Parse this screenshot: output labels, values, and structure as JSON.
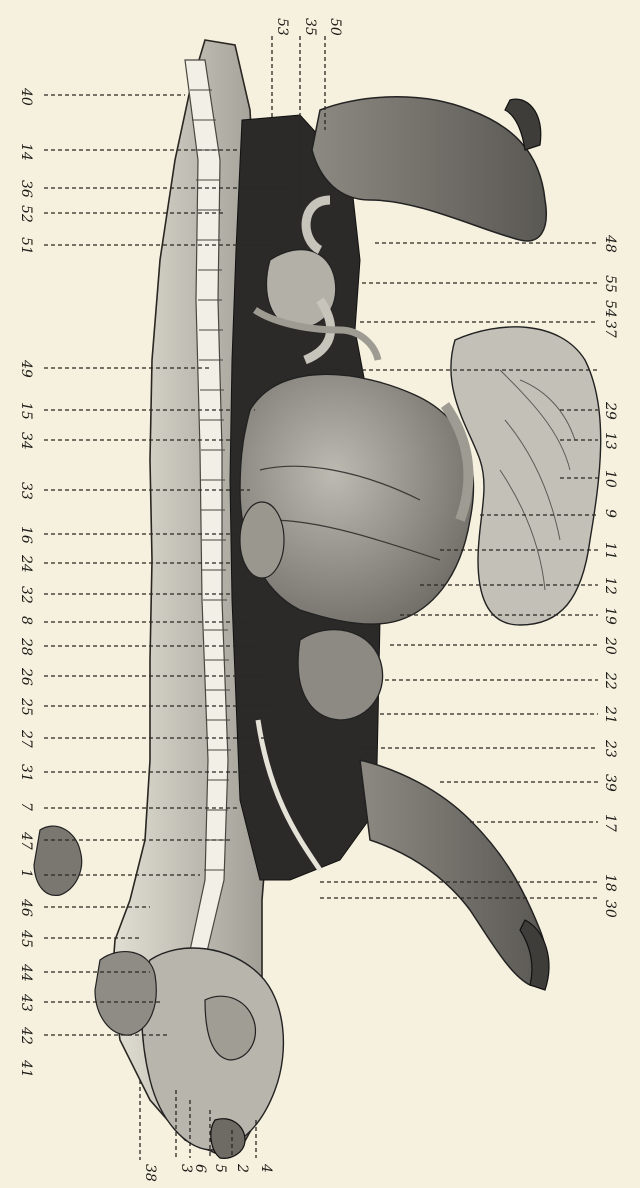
{
  "figure": {
    "colors": {
      "paper": "#f6f1de",
      "ink": "#1e1c18",
      "tissue_light": "#d9d6cc",
      "tissue_mid": "#a9a69d",
      "tissue_dark": "#6f6c66",
      "cavity": "#2b2a28"
    },
    "labels_top": [
      "53",
      "35",
      "50"
    ],
    "labels_left": [
      "40",
      "14",
      "36",
      "52",
      "51",
      "49",
      "15",
      "34",
      "33",
      "16",
      "24",
      "32",
      "8",
      "28",
      "26",
      "25",
      "27",
      "31",
      "7",
      "47",
      "1",
      "46",
      "45",
      "44",
      "43",
      "42",
      "41"
    ],
    "labels_right": [
      "48",
      "55",
      "54",
      "37",
      "29",
      "13",
      "10",
      "9",
      "11",
      "12",
      "19",
      "20",
      "22",
      "21",
      "23",
      "39",
      "17",
      "18",
      "30"
    ],
    "labels_bottom": [
      "38",
      "3",
      "6",
      "5",
      "2",
      "4"
    ]
  }
}
